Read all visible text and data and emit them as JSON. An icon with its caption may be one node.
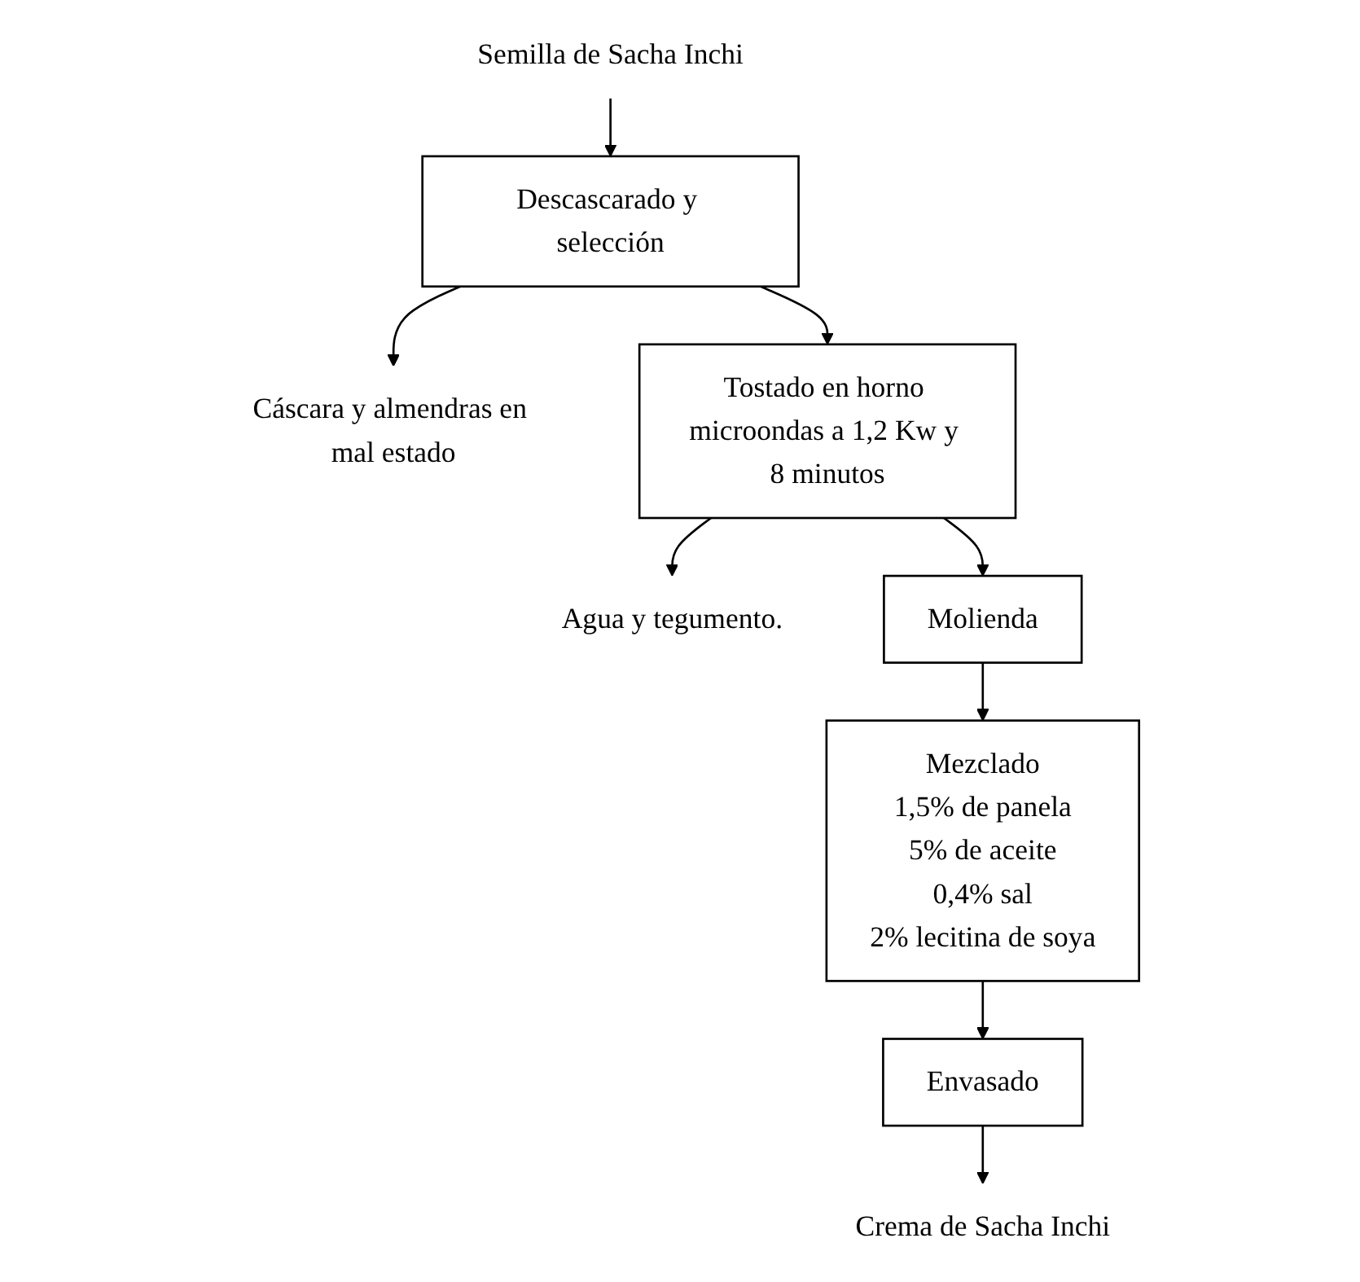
{
  "diagram": {
    "nodes": [
      {
        "text": [
          "Semilla de Sacha Inchi"
        ]
      },
      {
        "text": [
          "Descascarado y selección"
        ]
      },
      {
        "text": [
          "Cáscara y almendras en mal estado"
        ]
      },
      {
        "text": [
          "Tostado en horno microondas a 1,2 Kw y 8 minutos"
        ]
      },
      {
        "text": [
          "Agua y tegumento."
        ]
      },
      {
        "text": [
          "Molienda"
        ]
      },
      {
        "text": [
          "Mezclado",
          "1,5% de panela",
          "5% de aceite",
          "0,4% sal",
          "2% lecitina de soya"
        ]
      },
      {
        "text": [
          "Envasado"
        ]
      },
      {
        "text": [
          "Crema de Sacha Inchi"
        ]
      }
    ],
    "edges": [
      {
        "from": 0,
        "to": 1,
        "arrow": "to"
      },
      {
        "from": 1,
        "to": 2,
        "arrow": "to"
      },
      {
        "from": 1,
        "to": 3,
        "arrow": "to"
      },
      {
        "from": 3,
        "to": 4,
        "arrow": "to"
      },
      {
        "from": 3,
        "to": 5,
        "arrow": "to"
      },
      {
        "from": 5,
        "to": 6,
        "arrow": "to"
      },
      {
        "from": 6,
        "to": 7,
        "arrow": "to"
      },
      {
        "from": 7,
        "to": 8,
        "arrow": "to"
      }
    ]
  }
}
